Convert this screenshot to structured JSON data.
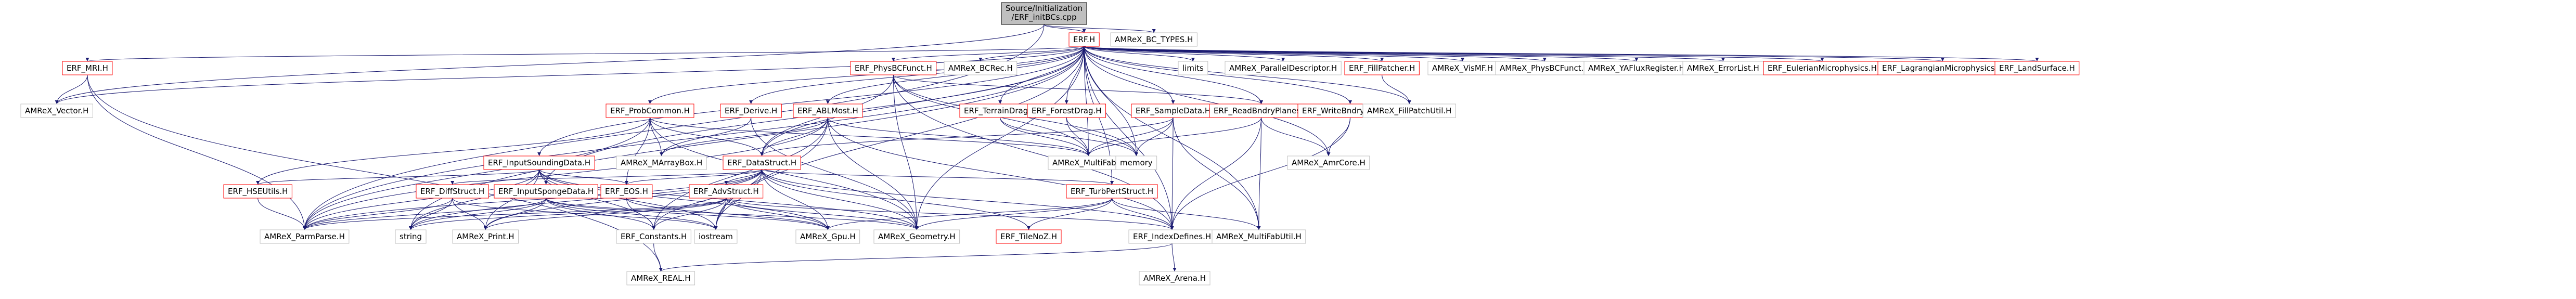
{
  "colors": {
    "edge": "#191970",
    "node_border_default": "#bfbfbf",
    "node_border_linked": "#ff0000",
    "node_fill": "#ffffff",
    "root_fill": "#bfbfbf",
    "root_border": "#000000",
    "text": "#000000"
  },
  "nodes": {
    "n_root": {
      "label_1": "Source/Initialization",
      "label_2": "/ERF_initBCs.cpp",
      "kind": "root"
    },
    "n_erf": {
      "label": "ERF.H",
      "kind": "linked"
    },
    "n_bctypes": {
      "label": "AMReX_BC_TYPES.H",
      "kind": "external"
    },
    "n_mri": {
      "label": "ERF_MRI.H",
      "kind": "linked"
    },
    "n_vector": {
      "label": "AMReX_Vector.H",
      "kind": "external"
    },
    "n_probcommon": {
      "label": "ERF_ProbCommon.H",
      "kind": "linked"
    },
    "n_derive": {
      "label": "ERF_Derive.H",
      "kind": "linked"
    },
    "n_ablmost": {
      "label": "ERF_ABLMost.H",
      "kind": "linked"
    },
    "n_physbcfunct": {
      "label": "ERF_PhysBCFunct.H",
      "kind": "linked"
    },
    "n_terraindrag": {
      "label": "ERF_TerrainDrag.H",
      "kind": "linked"
    },
    "n_forestdrag": {
      "label": "ERF_ForestDrag.H",
      "kind": "linked"
    },
    "n_sampledata": {
      "label": "ERF_SampleData.H",
      "kind": "linked"
    },
    "n_readbndry": {
      "label": "ERF_ReadBndryPlanes.H",
      "kind": "linked"
    },
    "n_writebndry": {
      "label": "ERF_WriteBndryPlanes.H",
      "kind": "linked"
    },
    "n_limits": {
      "label": "limits",
      "kind": "external"
    },
    "n_paralleldesc": {
      "label": "AMReX_ParallelDescriptor.H",
      "kind": "external"
    },
    "n_fillpatcher": {
      "label": "ERF_FillPatcher.H",
      "kind": "linked"
    },
    "n_visMF": {
      "label": "AMReX_VisMF.H",
      "kind": "external"
    },
    "n_physbcfunct_amrex": {
      "label": "AMReX_PhysBCFunct.H",
      "kind": "external"
    },
    "n_yaflux": {
      "label": "AMReX_YAFluxRegister.H",
      "kind": "external"
    },
    "n_errorlist": {
      "label": "AMReX_ErrorList.H",
      "kind": "external"
    },
    "n_eulerian": {
      "label": "ERF_EulerianMicrophysics.H",
      "kind": "linked"
    },
    "n_lagrangian": {
      "label": "ERF_LagrangianMicrophysics.H",
      "kind": "linked"
    },
    "n_landsurface": {
      "label": "ERF_LandSurface.H",
      "kind": "linked"
    },
    "n_fillpatchutil": {
      "label": "AMReX_FillPatchUtil.H",
      "kind": "external"
    },
    "n_inputsounding": {
      "label": "ERF_InputSoundingData.H",
      "kind": "linked"
    },
    "n_datastruct": {
      "label": "ERF_DataStruct.H",
      "kind": "linked"
    },
    "n_marraybox": {
      "label": "AMReX_MArrayBox.H",
      "kind": "external"
    },
    "n_bcrec": {
      "label": "AMReX_BCRec.H",
      "kind": "external"
    },
    "n_multifab": {
      "label": "AMReX_MultiFab.H",
      "kind": "external"
    },
    "n_memory": {
      "label": "memory",
      "kind": "external"
    },
    "n_amrcore": {
      "label": "AMReX_AmrCore.H",
      "kind": "external"
    },
    "n_hseutils": {
      "label": "ERF_HSEUtils.H",
      "kind": "linked"
    },
    "n_diffstruct": {
      "label": "ERF_DiffStruct.H",
      "kind": "linked"
    },
    "n_inputsponge": {
      "label": "ERF_InputSpongeData.H",
      "kind": "linked"
    },
    "n_eos": {
      "label": "ERF_EOS.H",
      "kind": "linked"
    },
    "n_advstruct": {
      "label": "ERF_AdvStruct.H",
      "kind": "linked"
    },
    "n_turbpert": {
      "label": "ERF_TurbPertStruct.H",
      "kind": "linked"
    },
    "n_parmparse": {
      "label": "AMReX_ParmParse.H",
      "kind": "external"
    },
    "n_string": {
      "label": "string",
      "kind": "external"
    },
    "n_print": {
      "label": "AMReX_Print.H",
      "kind": "external"
    },
    "n_constants": {
      "label": "ERF_Constants.H",
      "kind": "external"
    },
    "n_iostream": {
      "label": "iostream",
      "kind": "external"
    },
    "n_gpu": {
      "label": "AMReX_Gpu.H",
      "kind": "external"
    },
    "n_geometry": {
      "label": "AMReX_Geometry.H",
      "kind": "external"
    },
    "n_tileno": {
      "label": "ERF_TileNoZ.H",
      "kind": "linked"
    },
    "n_indexdefines": {
      "label": "ERF_IndexDefines.H",
      "kind": "external"
    },
    "n_multifabutil": {
      "label": "AMReX_MultiFabUtil.H",
      "kind": "external"
    },
    "n_real": {
      "label": "AMReX_REAL.H",
      "kind": "external"
    },
    "n_arena": {
      "label": "AMReX_Arena.H",
      "kind": "external"
    }
  },
  "edges": [
    [
      "n_root",
      "n_erf"
    ],
    [
      "n_root",
      "n_bctypes"
    ],
    [
      "n_root",
      "n_vector"
    ],
    [
      "n_root",
      "n_parmparse"
    ],
    [
      "n_erf",
      "n_mri"
    ],
    [
      "n_erf",
      "n_probcommon"
    ],
    [
      "n_erf",
      "n_derive"
    ],
    [
      "n_erf",
      "n_ablmost"
    ],
    [
      "n_erf",
      "n_physbcfunct"
    ],
    [
      "n_erf",
      "n_terraindrag"
    ],
    [
      "n_erf",
      "n_forestdrag"
    ],
    [
      "n_erf",
      "n_sampledata"
    ],
    [
      "n_erf",
      "n_readbndry"
    ],
    [
      "n_erf",
      "n_writebndry"
    ],
    [
      "n_erf",
      "n_limits"
    ],
    [
      "n_erf",
      "n_paralleldesc"
    ],
    [
      "n_erf",
      "n_fillpatcher"
    ],
    [
      "n_erf",
      "n_visMF"
    ],
    [
      "n_erf",
      "n_physbcfunct_amrex"
    ],
    [
      "n_erf",
      "n_yaflux"
    ],
    [
      "n_erf",
      "n_errorlist"
    ],
    [
      "n_erf",
      "n_eulerian"
    ],
    [
      "n_erf",
      "n_lagrangian"
    ],
    [
      "n_erf",
      "n_landsurface"
    ],
    [
      "n_erf",
      "n_inputsounding"
    ],
    [
      "n_erf",
      "n_inputsponge"
    ],
    [
      "n_erf",
      "n_datastruct"
    ],
    [
      "n_erf",
      "n_bcrec"
    ],
    [
      "n_erf",
      "n_multifab"
    ],
    [
      "n_erf",
      "n_memory"
    ],
    [
      "n_erf",
      "n_amrcore"
    ],
    [
      "n_erf",
      "n_parmparse"
    ],
    [
      "n_erf",
      "n_string"
    ],
    [
      "n_erf",
      "n_iostream"
    ],
    [
      "n_erf",
      "n_vector"
    ],
    [
      "n_erf",
      "n_indexdefines"
    ],
    [
      "n_erf",
      "n_fillpatchutil"
    ],
    [
      "n_erf",
      "n_turbpert"
    ],
    [
      "n_erf",
      "n_multifabutil"
    ],
    [
      "n_erf",
      "n_geometry"
    ],
    [
      "n_mri",
      "n_vector"
    ],
    [
      "n_mri",
      "n_parmparse"
    ],
    [
      "n_mri",
      "n_real"
    ],
    [
      "n_probcommon",
      "n_marraybox"
    ],
    [
      "n_probcommon",
      "n_datastruct"
    ],
    [
      "n_probcommon",
      "n_eos"
    ],
    [
      "n_probcommon",
      "n_hseutils"
    ],
    [
      "n_probcommon",
      "n_parmparse"
    ],
    [
      "n_probcommon",
      "n_geometry"
    ],
    [
      "n_probcommon",
      "n_multifab"
    ],
    [
      "n_derive",
      "n_marraybox"
    ],
    [
      "n_derive",
      "n_geometry"
    ],
    [
      "n_ablmost",
      "n_marraybox"
    ],
    [
      "n_ablmost",
      "n_datastruct"
    ],
    [
      "n_ablmost",
      "n_multifab"
    ],
    [
      "n_ablmost",
      "n_constants"
    ],
    [
      "n_ablmost",
      "n_iostream"
    ],
    [
      "n_ablmost",
      "n_geometry"
    ],
    [
      "n_ablmost",
      "n_indexdefines"
    ],
    [
      "n_ablmost",
      "n_parmparse"
    ],
    [
      "n_physbcfunct",
      "n_datastruct"
    ],
    [
      "n_physbcfunct",
      "n_multifab"
    ],
    [
      "n_physbcfunct",
      "n_bcrec"
    ],
    [
      "n_physbcfunct",
      "n_memory"
    ],
    [
      "n_physbcfunct",
      "n_geometry"
    ],
    [
      "n_physbcfunct",
      "n_indexdefines"
    ],
    [
      "n_physbcfunct",
      "n_readbndry"
    ],
    [
      "n_terraindrag",
      "n_multifab"
    ],
    [
      "n_terraindrag",
      "n_memory"
    ],
    [
      "n_forestdrag",
      "n_multifab"
    ],
    [
      "n_forestdrag",
      "n_memory"
    ],
    [
      "n_sampledata",
      "n_multifab"
    ],
    [
      "n_sampledata",
      "n_memory"
    ],
    [
      "n_sampledata",
      "n_indexdefines"
    ],
    [
      "n_sampledata",
      "n_multifabutil"
    ],
    [
      "n_sampledata",
      "n_datastruct"
    ],
    [
      "n_readbndry",
      "n_amrcore"
    ],
    [
      "n_readbndry",
      "n_multifab"
    ],
    [
      "n_readbndry",
      "n_indexdefines"
    ],
    [
      "n_readbndry",
      "n_multifabutil"
    ],
    [
      "n_writebndry",
      "n_amrcore"
    ],
    [
      "n_writebndry",
      "n_indexdefines"
    ],
    [
      "n_fillpatcher",
      "n_fillpatchutil"
    ],
    [
      "n_inputsounding",
      "n_hseutils"
    ],
    [
      "n_inputsounding",
      "n_parmparse"
    ],
    [
      "n_inputsounding",
      "n_print"
    ],
    [
      "n_inputsounding",
      "n_string"
    ],
    [
      "n_inputsounding",
      "n_iostream"
    ],
    [
      "n_inputsounding",
      "n_constants"
    ],
    [
      "n_inputsounding",
      "n_gpu"
    ],
    [
      "n_inputsounding",
      "n_geometry"
    ],
    [
      "n_inputsounding",
      "n_eos"
    ],
    [
      "n_datastruct",
      "n_diffstruct"
    ],
    [
      "n_datastruct",
      "n_advstruct"
    ],
    [
      "n_datastruct",
      "n_turbpert"
    ],
    [
      "n_datastruct",
      "n_parmparse"
    ],
    [
      "n_datastruct",
      "n_print"
    ],
    [
      "n_datastruct",
      "n_string"
    ],
    [
      "n_datastruct",
      "n_iostream"
    ],
    [
      "n_datastruct",
      "n_constants"
    ],
    [
      "n_datastruct",
      "n_gpu"
    ],
    [
      "n_datastruct",
      "n_geometry"
    ],
    [
      "n_datastruct",
      "n_indexdefines"
    ],
    [
      "n_datastruct",
      "n_tileno"
    ],
    [
      "n_datastruct",
      "n_eos"
    ],
    [
      "n_diffstruct",
      "n_parmparse"
    ],
    [
      "n_diffstruct",
      "n_print"
    ],
    [
      "n_diffstruct",
      "n_string"
    ],
    [
      "n_diffstruct",
      "n_iostream"
    ],
    [
      "n_inputsponge",
      "n_parmparse"
    ],
    [
      "n_inputsponge",
      "n_print"
    ],
    [
      "n_inputsponge",
      "n_string"
    ],
    [
      "n_inputsponge",
      "n_gpu"
    ],
    [
      "n_inputsponge",
      "n_geometry"
    ],
    [
      "n_inputsponge",
      "n_constants"
    ],
    [
      "n_inputsponge",
      "n_iostream"
    ],
    [
      "n_eos",
      "n_constants"
    ],
    [
      "n_eos",
      "n_gpu"
    ],
    [
      "n_advstruct",
      "n_parmparse"
    ],
    [
      "n_advstruct",
      "n_print"
    ],
    [
      "n_advstruct",
      "n_gpu"
    ],
    [
      "n_advstruct",
      "n_geometry"
    ],
    [
      "n_advstruct",
      "n_iostream"
    ],
    [
      "n_advstruct",
      "n_constants"
    ],
    [
      "n_advstruct",
      "n_indexdefines"
    ],
    [
      "n_advstruct",
      "n_string"
    ],
    [
      "n_turbpert",
      "n_multifabutil"
    ],
    [
      "n_turbpert",
      "n_indexdefines"
    ],
    [
      "n_turbpert",
      "n_gpu"
    ],
    [
      "n_turbpert",
      "n_geometry"
    ],
    [
      "n_turbpert",
      "n_tileno"
    ],
    [
      "n_hseutils",
      "n_parmparse"
    ],
    [
      "n_constants",
      "n_real"
    ],
    [
      "n_indexdefines",
      "n_real"
    ],
    [
      "n_indexdefines",
      "n_arena"
    ]
  ]
}
